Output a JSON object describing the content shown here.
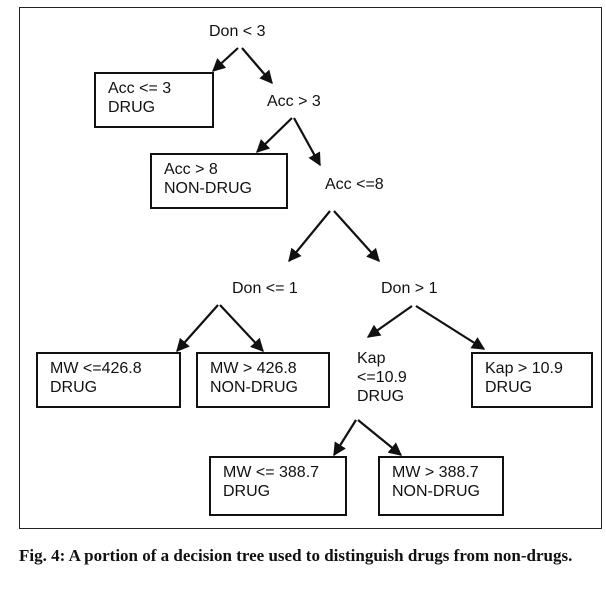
{
  "diagram": {
    "nodes": {
      "root": [
        "Don < 3"
      ],
      "leaf1": [
        "Acc <= 3",
        "DRUG"
      ],
      "n2": [
        "Acc > 3"
      ],
      "leaf2": [
        "Acc > 8",
        "NON-DRUG"
      ],
      "n3": [
        "Acc <=8"
      ],
      "n4": [
        "Don <= 1"
      ],
      "n5": [
        "Don > 1"
      ],
      "leaf3": [
        "MW <=426.8",
        "DRUG"
      ],
      "leaf4": [
        "MW > 426.8",
        "NON-DRUG"
      ],
      "n6": [
        "Kap",
        "<=10.9",
        "DRUG"
      ],
      "leaf5": [
        "Kap > 10.9",
        "DRUG"
      ],
      "leaf6": [
        "MW <= 388.7",
        "DRUG"
      ],
      "leaf7": [
        "MW > 388.7",
        "NON-DRUG"
      ]
    },
    "edges": [
      [
        "root",
        "leaf1"
      ],
      [
        "root",
        "n2"
      ],
      [
        "n2",
        "leaf2"
      ],
      [
        "n2",
        "n3"
      ],
      [
        "n3",
        "n4"
      ],
      [
        "n3",
        "n5"
      ],
      [
        "n4",
        "leaf3"
      ],
      [
        "n4",
        "leaf4"
      ],
      [
        "n5",
        "n6"
      ],
      [
        "n5",
        "leaf5"
      ],
      [
        "n6",
        "leaf6"
      ],
      [
        "n6",
        "leaf7"
      ]
    ]
  },
  "caption": "Fig. 4: A portion of a decision tree used to distinguish drugs from non-drugs."
}
